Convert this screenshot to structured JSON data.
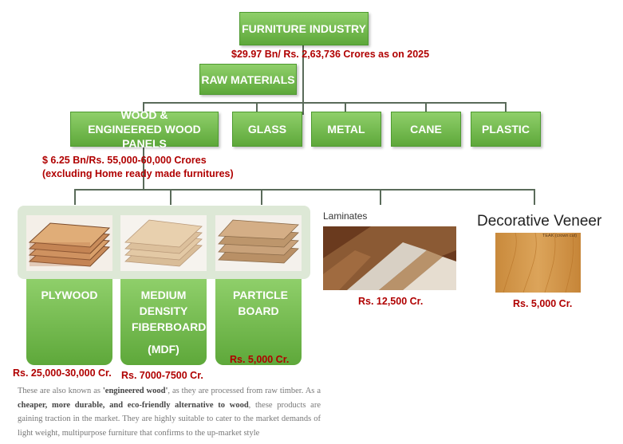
{
  "top": {
    "label": "FURNITURE INDUSTRY",
    "value": "$29.97 Bn/ Rs. 2,63,736 Crores as on 2025"
  },
  "raw": {
    "label": "RAW MATERIALS"
  },
  "categories": [
    {
      "label": "WOOD & ENGINEERED WOOD PANELS"
    },
    {
      "label": "GLASS"
    },
    {
      "label": "METAL"
    },
    {
      "label": "CANE"
    },
    {
      "label": "PLASTIC"
    }
  ],
  "wood_value": {
    "line1": "$ 6.25 Bn/Rs. 55,000-60,000 Crores",
    "line2": "(excluding Home ready made furnitures)"
  },
  "products": [
    {
      "label": "PLYWOOD",
      "value": "Rs. 25,000-30,000 Cr."
    },
    {
      "label": "MEDIUM DENSITY FIBERBOARD",
      "label2": "(MDF)",
      "value": "Rs. 7000-7500 Cr."
    },
    {
      "label": "PARTICLE BOARD",
      "value": "Rs. 5,000 Cr."
    },
    {
      "label": "Laminates",
      "value": "Rs. 12,500 Cr."
    },
    {
      "label": "Decorative Veneer",
      "value": "Rs. 5,000 Cr.",
      "tag": "TEAK (crown cut)"
    }
  ],
  "description": {
    "p1": "These are also known as ",
    "b1": "'engineered wood'",
    "p2": ", as they are processed from raw timber. As a ",
    "b2": "cheaper, more durable, and eco-friendly alternative to wood",
    "p3": ", these products are gaining traction in the market. They are highly suitable to cater to the market demands of light weight, multipurpose furniture that confirms to the up-market style"
  },
  "colors": {
    "box_green": "#6cb446",
    "value_red": "#b00000",
    "panel": "#dde8d6"
  }
}
